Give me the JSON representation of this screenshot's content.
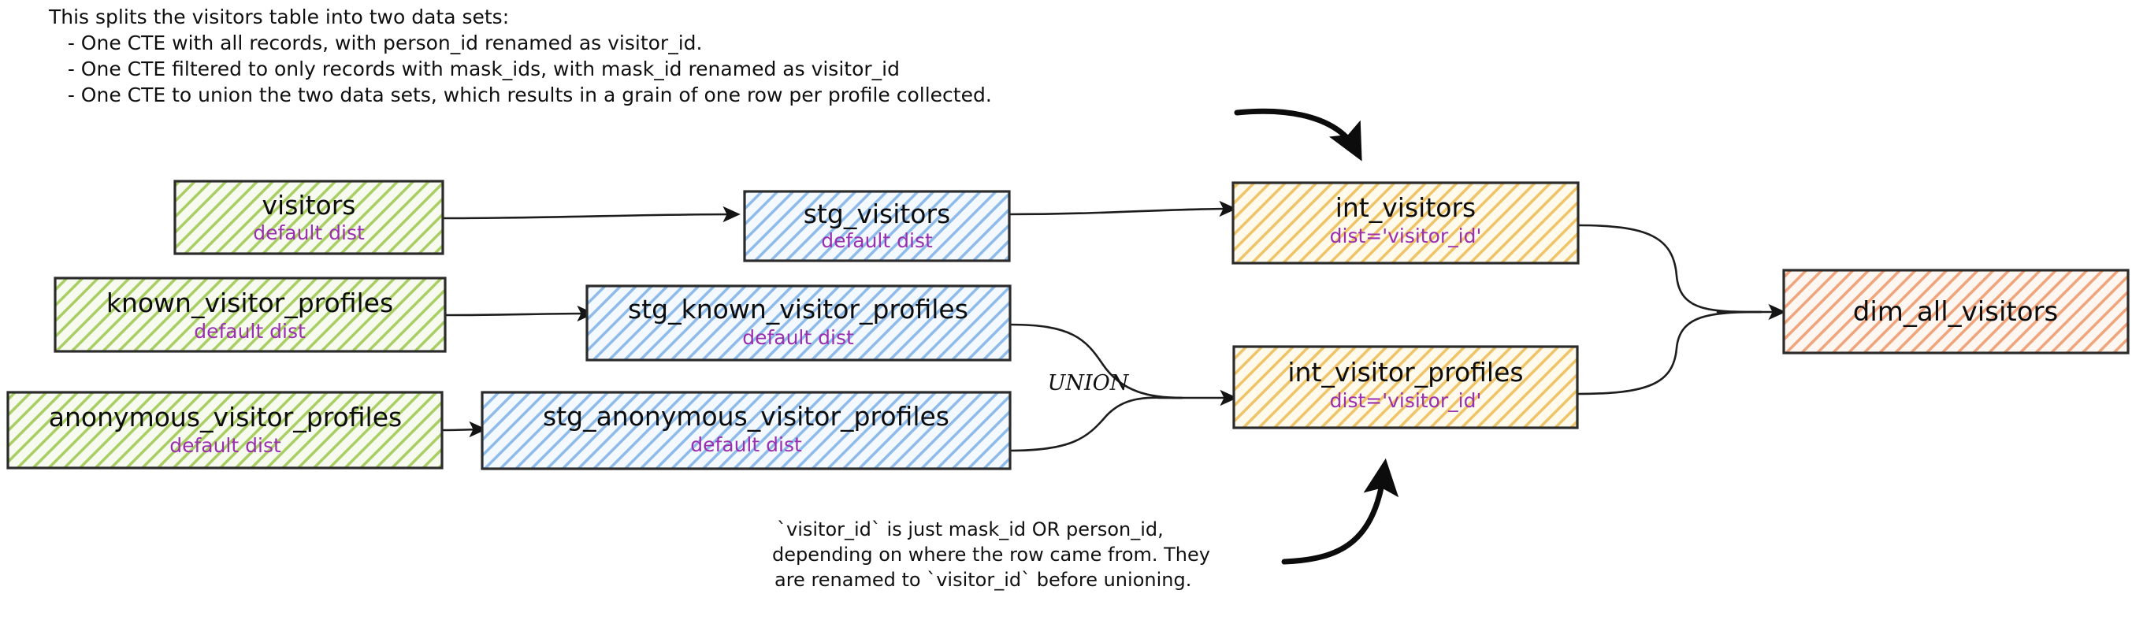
{
  "diagram": {
    "kind": "data-lineage-dag",
    "title_note": {
      "lines": [
        "This splits the visitors table into two data sets:",
        "   - One CTE with all records, with person_id renamed as visitor_id.",
        "   - One CTE filtered to only records with mask_ids, with mask_id renamed as visitor_id",
        "   - One CTE to union the two data sets, which results in a grain of one row per profile collected."
      ]
    },
    "bottom_note": {
      "lines": [
        "`visitor_id` is just mask_id OR person_id,",
        "depending on where the row came from. They",
        "are renamed to `visitor_id` before unioning."
      ]
    },
    "edge_labels": [
      {
        "name": "union-label",
        "text": "UNION"
      }
    ],
    "colors": {
      "source_fill": "#eaf3d8",
      "source_hatch": "#9dc25a",
      "staging_fill": "#e4eefb",
      "staging_hatch": "#7fb0e6",
      "intermediate_fill": "#fdf0cd",
      "intermediate_hatch": "#e8b74a",
      "mart_fill": "#fae0d2",
      "mart_hatch": "#e79368",
      "border": "#2b2b2b",
      "text": "#0d0d0d",
      "subtitle": "#9a2fb0",
      "edge": "#1d1d1d"
    },
    "nodes": [
      {
        "id": "visitors",
        "layer": "source",
        "title": "visitors",
        "subtitle": "default dist"
      },
      {
        "id": "known_visitor_profiles",
        "layer": "source",
        "title": "known_visitor_profiles",
        "subtitle": "default dist"
      },
      {
        "id": "anonymous_visitor_profiles",
        "layer": "source",
        "title": "anonymous_visitor_profiles",
        "subtitle": "default dist"
      },
      {
        "id": "stg_visitors",
        "layer": "staging",
        "title": "stg_visitors",
        "subtitle": "default dist"
      },
      {
        "id": "stg_known_visitor_profiles",
        "layer": "staging",
        "title": "stg_known_visitor_profiles",
        "subtitle": "default dist"
      },
      {
        "id": "stg_anonymous_visitor_profiles",
        "layer": "staging",
        "title": "stg_anonymous_visitor_profiles",
        "subtitle": "default dist"
      },
      {
        "id": "int_visitors",
        "layer": "intermediate",
        "title": "int_visitors",
        "subtitle": "dist='visitor_id'"
      },
      {
        "id": "int_visitor_profiles",
        "layer": "intermediate",
        "title": "int_visitor_profiles",
        "subtitle": "dist='visitor_id'"
      },
      {
        "id": "dim_all_visitors",
        "layer": "mart",
        "title": "dim_all_visitors",
        "subtitle": ""
      }
    ],
    "edges": [
      {
        "from": "visitors",
        "to": "stg_visitors"
      },
      {
        "from": "known_visitor_profiles",
        "to": "stg_known_visitor_profiles"
      },
      {
        "from": "anonymous_visitor_profiles",
        "to": "stg_anonymous_visitor_profiles"
      },
      {
        "from": "stg_visitors",
        "to": "int_visitors"
      },
      {
        "from": "stg_known_visitor_profiles",
        "to": "int_visitor_profiles",
        "label": "UNION"
      },
      {
        "from": "stg_anonymous_visitor_profiles",
        "to": "int_visitor_profiles",
        "label": "UNION"
      },
      {
        "from": "int_visitors",
        "to": "dim_all_visitors"
      },
      {
        "from": "int_visitor_profiles",
        "to": "dim_all_visitors"
      },
      {
        "from": "title_note",
        "to": "int_visitors",
        "style": "annotation"
      },
      {
        "from": "bottom_note",
        "to": "int_visitor_profiles",
        "style": "annotation"
      }
    ]
  }
}
